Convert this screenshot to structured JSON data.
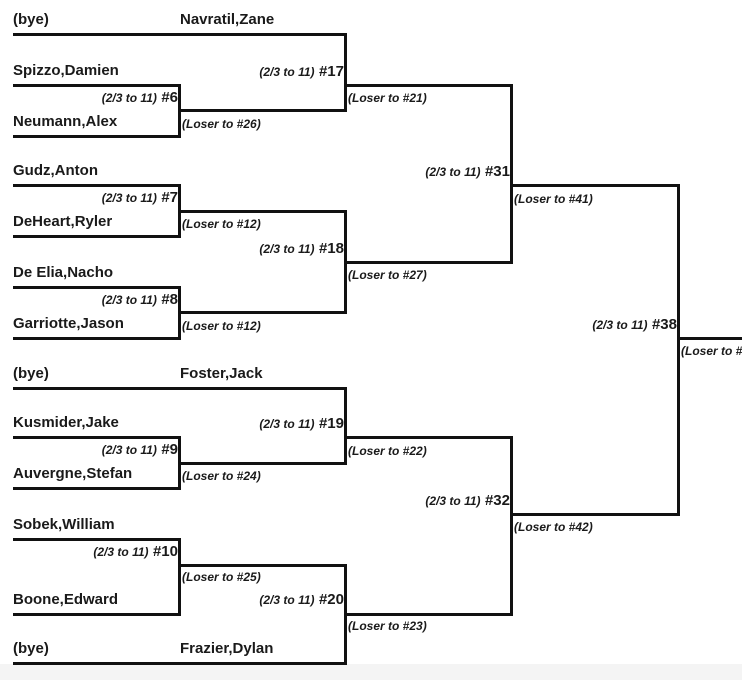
{
  "participants": {
    "bye_1": "(bye)",
    "navratil": "Navratil,Zane",
    "spizzo": "Spizzo,Damien",
    "neumann": "Neumann,Alex",
    "gudz": "Gudz,Anton",
    "deheart": "DeHeart,Ryler",
    "de_elia": "De Elia,Nacho",
    "garriotte": "Garriotte,Jason",
    "bye_2": "(bye)",
    "foster": "Foster,Jack",
    "kusmider": "Kusmider,Jake",
    "auvergne": "Auvergne,Stefan",
    "sobek": "Sobek,William",
    "boone": "Boone,Edward",
    "bye_3": "(bye)",
    "frazier": "Frazier,Dylan"
  },
  "matches": {
    "m6": {
      "format": "(2/3 to 11)",
      "number": "#6",
      "loser": "(Loser to #26)"
    },
    "m7": {
      "format": "(2/3 to 11)",
      "number": "#7",
      "loser": "(Loser to #12)"
    },
    "m8": {
      "format": "(2/3 to 11)",
      "number": "#8",
      "loser": "(Loser to #12)"
    },
    "m9": {
      "format": "(2/3 to 11)",
      "number": "#9",
      "loser": "(Loser to #24)"
    },
    "m10": {
      "format": "(2/3 to 11)",
      "number": "#10",
      "loser": "(Loser to #25)"
    },
    "m17": {
      "format": "(2/3 to 11)",
      "number": "#17",
      "loser": "(Loser to #21)"
    },
    "m18": {
      "format": "(2/3 to 11)",
      "number": "#18",
      "loser": "(Loser to #27)"
    },
    "m19": {
      "format": "(2/3 to 11)",
      "number": "#19",
      "loser": "(Loser to #22)"
    },
    "m20": {
      "format": "(2/3 to 11)",
      "number": "#20",
      "loser": "(Loser to #23)"
    },
    "m31": {
      "format": "(2/3 to 11)",
      "number": "#31",
      "loser": "(Loser to #41)"
    },
    "m32": {
      "format": "(2/3 to 11)",
      "number": "#32",
      "loser": "(Loser to #42)"
    },
    "m38": {
      "format": "(2/3 to 11)",
      "number": "#38",
      "loser": "(Loser to #"
    }
  }
}
